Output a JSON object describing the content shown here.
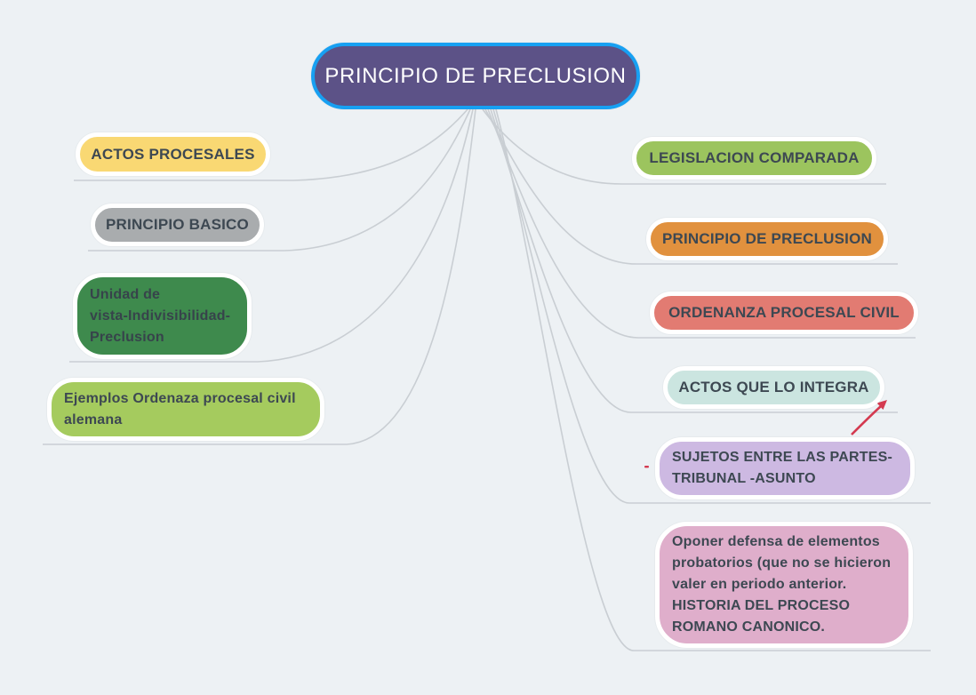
{
  "canvas": {
    "background": "#edf1f4",
    "connector_color": "#c9ced3"
  },
  "root": {
    "label": "PRINCIPIO DE PRECLUSION",
    "fill": "#5c5287",
    "border_color": "#17a0f2",
    "text_color": "#ffffff"
  },
  "left_branches": [
    {
      "label": "ACTOS PROCESALES",
      "fill": "#f9d873",
      "text_color": "#3d4852"
    },
    {
      "label": "PRINCIPIO BASICO",
      "fill": "#a9acae",
      "text_color": "#3d4852"
    },
    {
      "label": "Unidad de\nvista-Indivisibilidad-\nPreclusion",
      "fill": "#3e8a4d",
      "text_color": "#37434b"
    },
    {
      "label": "Ejemplos Ordenaza procesal civil\nalemana",
      "fill": "#a5cb5e",
      "text_color": "#3d4852"
    }
  ],
  "right_branches": [
    {
      "label": "LEGISLACION COMPARADA",
      "fill": "#9cc45e",
      "text_color": "#3d4852"
    },
    {
      "label": "PRINCIPIO DE PRECLUSION",
      "fill": "#e1913e",
      "text_color": "#3d4852"
    },
    {
      "label": "ORDENANZA PROCESAL CIVIL",
      "fill": "#e27b72",
      "text_color": "#3d4852"
    },
    {
      "label": "ACTOS QUE LO INTEGRA",
      "fill": "#cbe5e0",
      "text_color": "#3d4852"
    },
    {
      "label": "SUJETOS ENTRE LAS PARTES-\nTRIBUNAL -ASUNTO",
      "fill": "#cdb9e2",
      "text_color": "#3d4852"
    },
    {
      "label": "Oponer defensa de elementos\nprobatorios (que no se hicieron\nvaler en periodo anterior.\nHISTORIA DEL PROCESO\nROMANO CANONICO.",
      "fill": "#dfaecb",
      "text_color": "#3d4852"
    }
  ],
  "annotations": {
    "arrow_color": "#d43a50"
  }
}
